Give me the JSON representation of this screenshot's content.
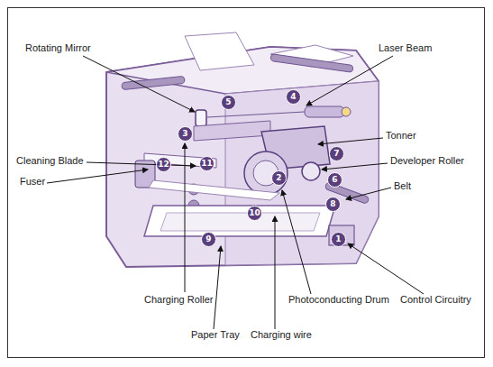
{
  "diagram": {
    "labels": [
      "Rotating Mirror",
      "Laser Beam",
      "5",
      "4",
      "Tonner",
      "3",
      "7",
      "Cleaning Blade",
      "12",
      "11",
      "Developer Roller",
      "Fuser",
      "2",
      "6",
      "Belt",
      "8",
      "10",
      "9",
      "1",
      "Charging Roller",
      "Photoconducting Drum",
      "Control Circuitry",
      "Paper Tray",
      "Charging wire"
    ]
  }
}
